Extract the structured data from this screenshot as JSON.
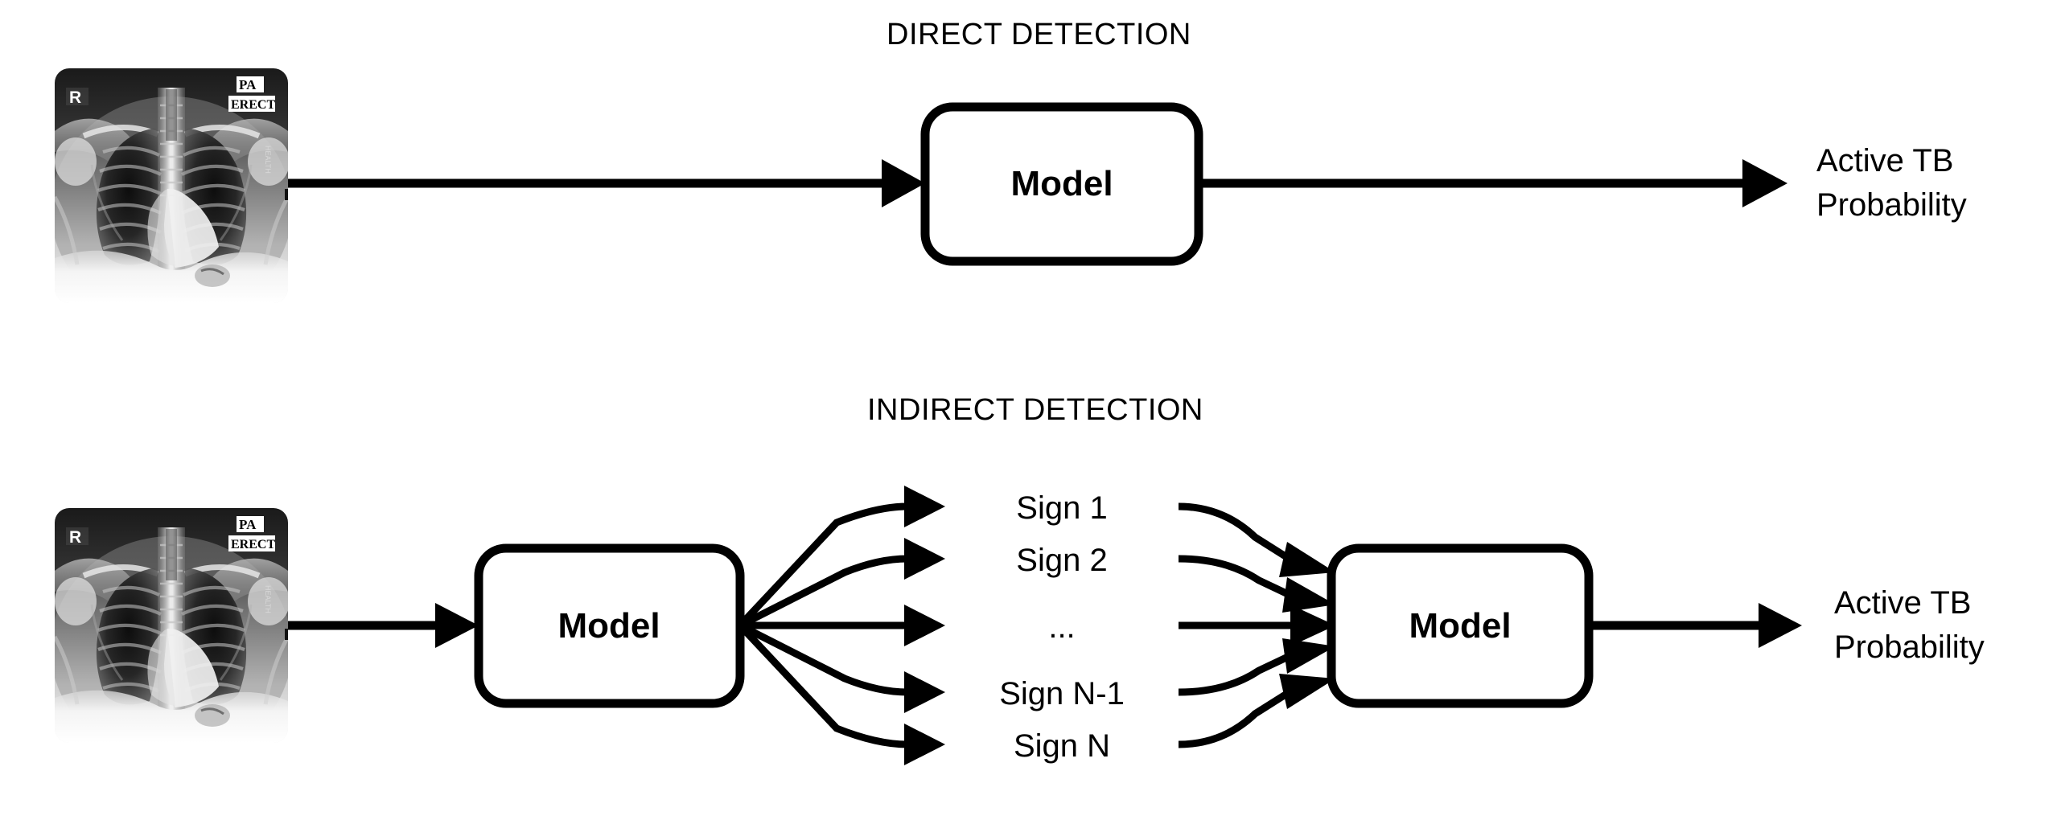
{
  "figure": {
    "background_color": "#ffffff",
    "stroke_color": "#000000"
  },
  "sections": [
    {
      "id": "direct",
      "title": "DIRECT DETECTION",
      "nodes": {
        "input_image_alt": "chest-xray",
        "model_label": "Model",
        "output_label_line1": "Active TB",
        "output_label_line2": "Probability"
      }
    },
    {
      "id": "indirect",
      "title": "INDIRECT DETECTION",
      "nodes": {
        "input_image_alt": "chest-xray",
        "model_label_first": "Model",
        "model_label_second": "Model",
        "output_label_line1": "Active TB",
        "output_label_line2": "Probability"
      },
      "signs": [
        "Sign 1",
        "Sign 2",
        "...",
        "Sign N-1",
        "Sign N"
      ]
    }
  ],
  "xray": {
    "marker_left": "R",
    "marker_top_right": "PA",
    "marker_top_right_2": "ERECT"
  }
}
